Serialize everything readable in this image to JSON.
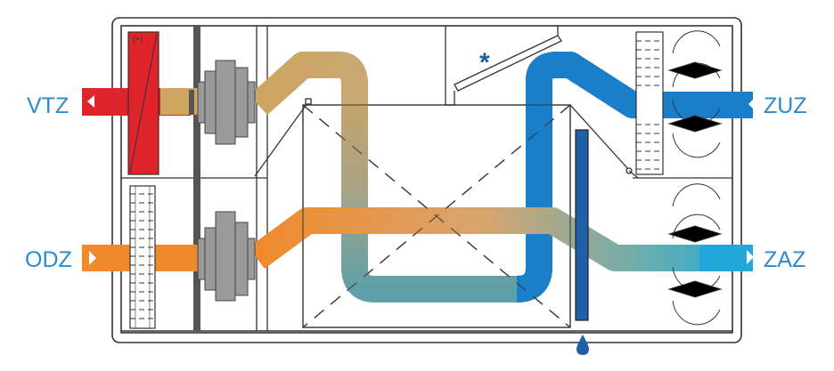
{
  "colors": {
    "red": "#e0242c",
    "orange": "#ef8a2e",
    "tan": "#cfa560",
    "blue": "#1a7fc8",
    "blue_light": "#23a6da",
    "dark_blue": "#1f5fa8",
    "label_blue": "#2a8bd0",
    "frame": "#333333",
    "fan_gray": "#9a9a9a",
    "fan_border": "#444444"
  },
  "labels": {
    "left_top": "VTZ",
    "left_bottom": "ODZ",
    "right_top": "ZUZ",
    "right_bottom": "ZAZ",
    "asterisk": "*",
    "heater_sign": "(+)"
  }
}
